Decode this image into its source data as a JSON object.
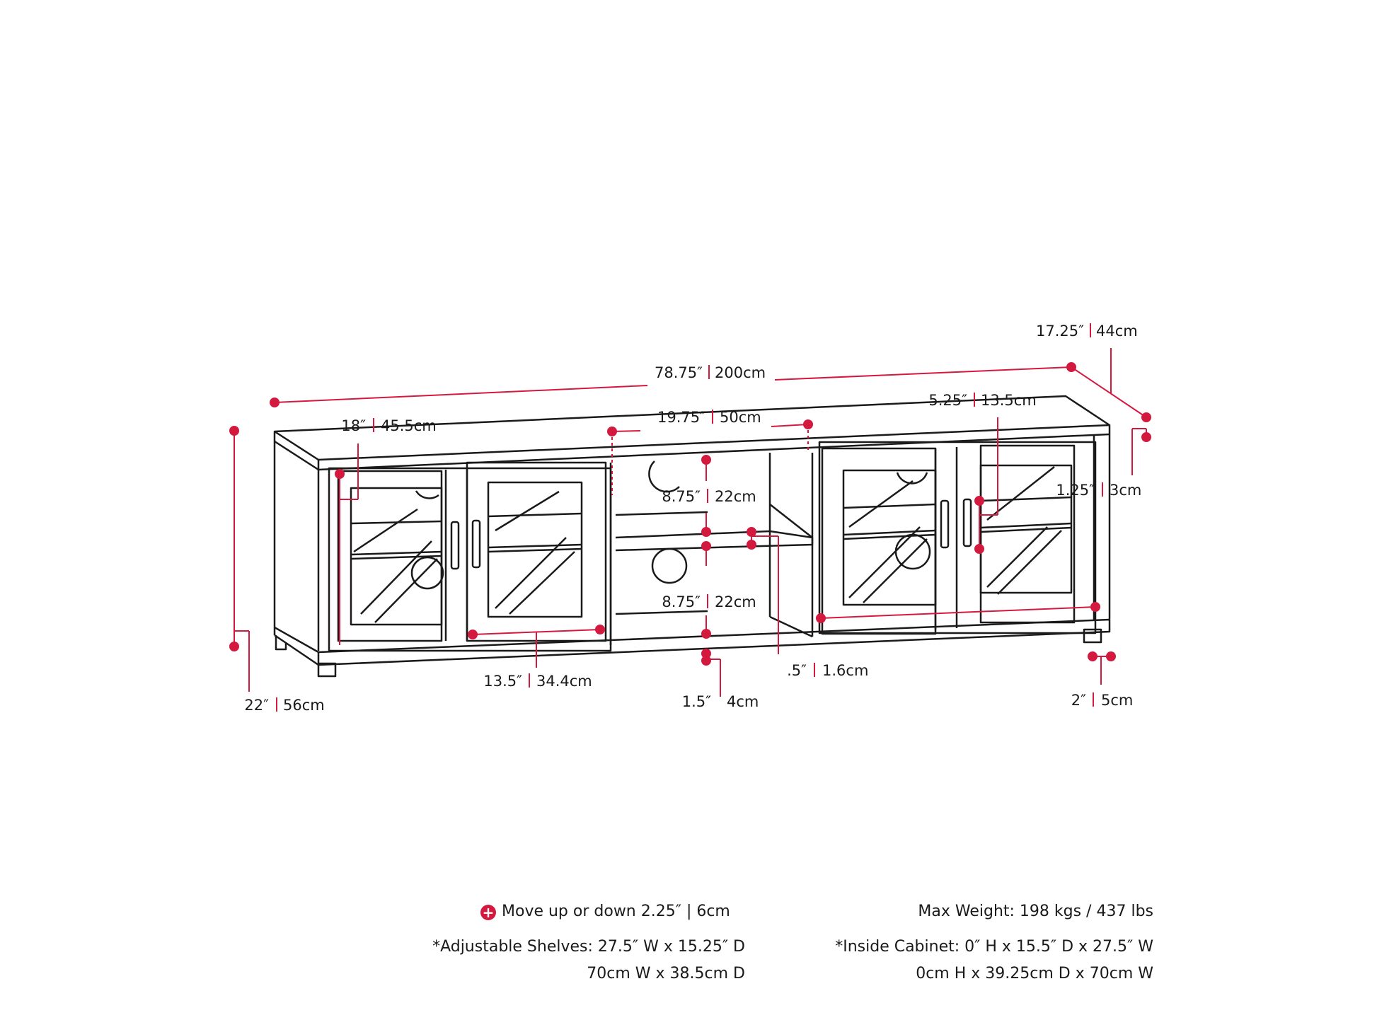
{
  "colors": {
    "accent": "#d4193f",
    "line": "#1a1a1a"
  },
  "dimensions": {
    "width": {
      "in": "78.75″",
      "cm": "200cm"
    },
    "depth": {
      "in": "17.25″",
      "cm": "44cm"
    },
    "height": {
      "in": "22″",
      "cm": "56cm"
    },
    "cabinet_height": {
      "in": "18″",
      "cm": "45.5cm"
    },
    "center_width": {
      "in": "19.75″",
      "cm": "50cm"
    },
    "top_overhang": {
      "in": "5.25″",
      "cm": "13.5cm"
    },
    "top_thickness": {
      "in": "1.25″",
      "cm": "3cm"
    },
    "upper_opening": {
      "in": "8.75″",
      "cm": "22cm"
    },
    "lower_opening": {
      "in": "8.75″",
      "cm": "22cm"
    },
    "door_width": {
      "in": "13.5″",
      "cm": "34.4cm"
    },
    "base_height": {
      "in": "1.5″",
      "cm": "4cm"
    },
    "shelf_thickness": {
      "in": ".5″",
      "cm": "1.6cm"
    },
    "leg_height": {
      "in": "2″",
      "cm": "5cm"
    }
  },
  "notes": {
    "move": "Move up or down 2.25″ | 6cm",
    "shelves_line1": "*Adjustable Shelves: 27.5″ W x 15.25″ D",
    "shelves_line2": "70cm W x 38.5cm D",
    "max_weight": "Max Weight: 198 kgs / 437 lbs",
    "inside_line1": "*Inside Cabinet: 0″ H x 15.5″ D x 27.5″ W",
    "inside_line2": "0cm H x 39.25cm D x 70cm W"
  }
}
